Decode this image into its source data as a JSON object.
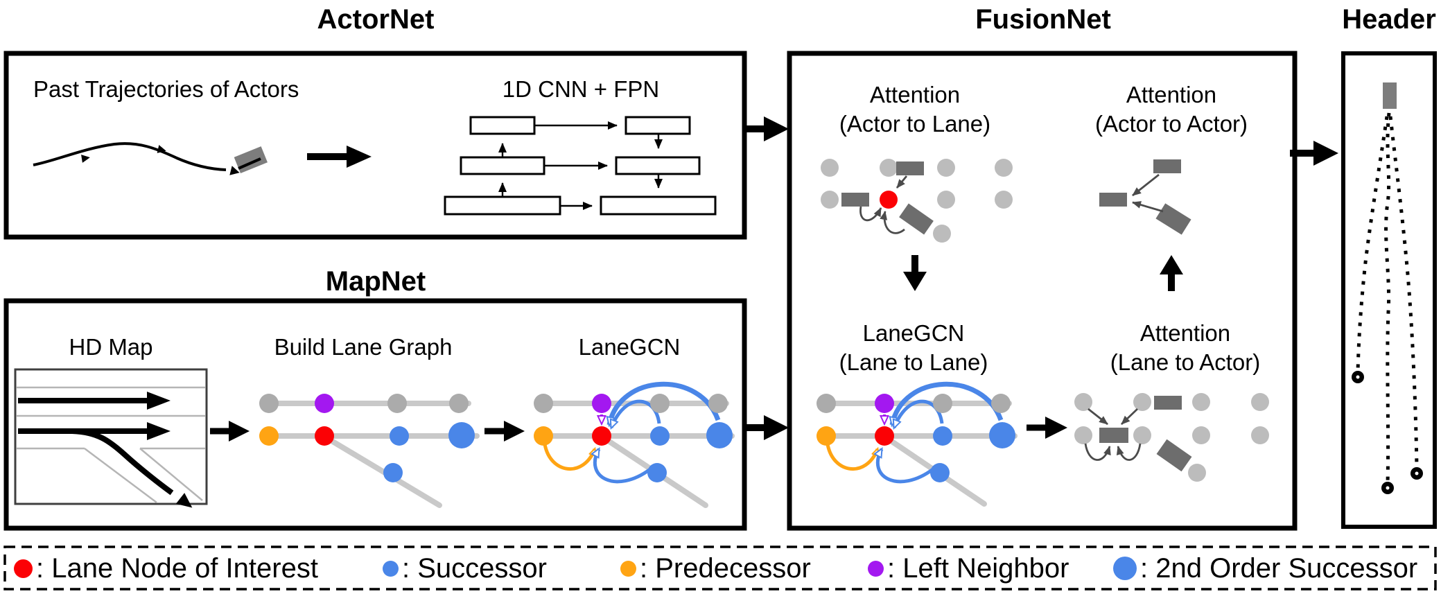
{
  "figure": {
    "sections": {
      "actornet": {
        "title": "ActorNet",
        "input_label": "Past Trajectories of Actors",
        "encoder_label": "1D CNN + FPN"
      },
      "mapnet": {
        "title": "MapNet",
        "map_label": "HD Map",
        "graph_label": "Build Lane Graph",
        "gcn_label": "LaneGCN"
      },
      "fusionnet": {
        "title": "FusionNet",
        "blocks": {
          "actor_to_lane": {
            "line1": "Attention",
            "line2": "(Actor to Lane)"
          },
          "actor_to_actor": {
            "line1": "Attention",
            "line2": "(Actor to Actor)"
          },
          "lane_to_lane": {
            "line1": "LaneGCN",
            "line2": "(Lane to Lane)"
          },
          "lane_to_actor": {
            "line1": "Attention",
            "line2": "(Lane to Actor)"
          }
        }
      },
      "header": {
        "title": "Header"
      }
    },
    "legend": {
      "items": [
        {
          "label": ": Lane Node of Interest",
          "color": "#fb0105",
          "diameter": 27
        },
        {
          "label": ": Successor",
          "color": "#4a86e8",
          "diameter": 23
        },
        {
          "label": ": Predecessor",
          "color": "#ffa413",
          "diameter": 23
        },
        {
          "label": ": Left Neighbor",
          "color": "#a318f0",
          "diameter": 23
        },
        {
          "label": ": 2nd Order Successor",
          "color": "#4a86e8",
          "diameter": 34
        }
      ]
    },
    "colors": {
      "red": "#fb0105",
      "blue": "#4a86e8",
      "orange": "#ffa413",
      "purple": "#a318f0",
      "node_gray": "#ababab",
      "lane_gray": "#c9c9c9",
      "dot_gray": "#bcbcbc",
      "actor_gray": "#6d6d6d",
      "vehicle_gray": "#7d7d7d",
      "arrow_dark": "#4b4b4b"
    }
  }
}
